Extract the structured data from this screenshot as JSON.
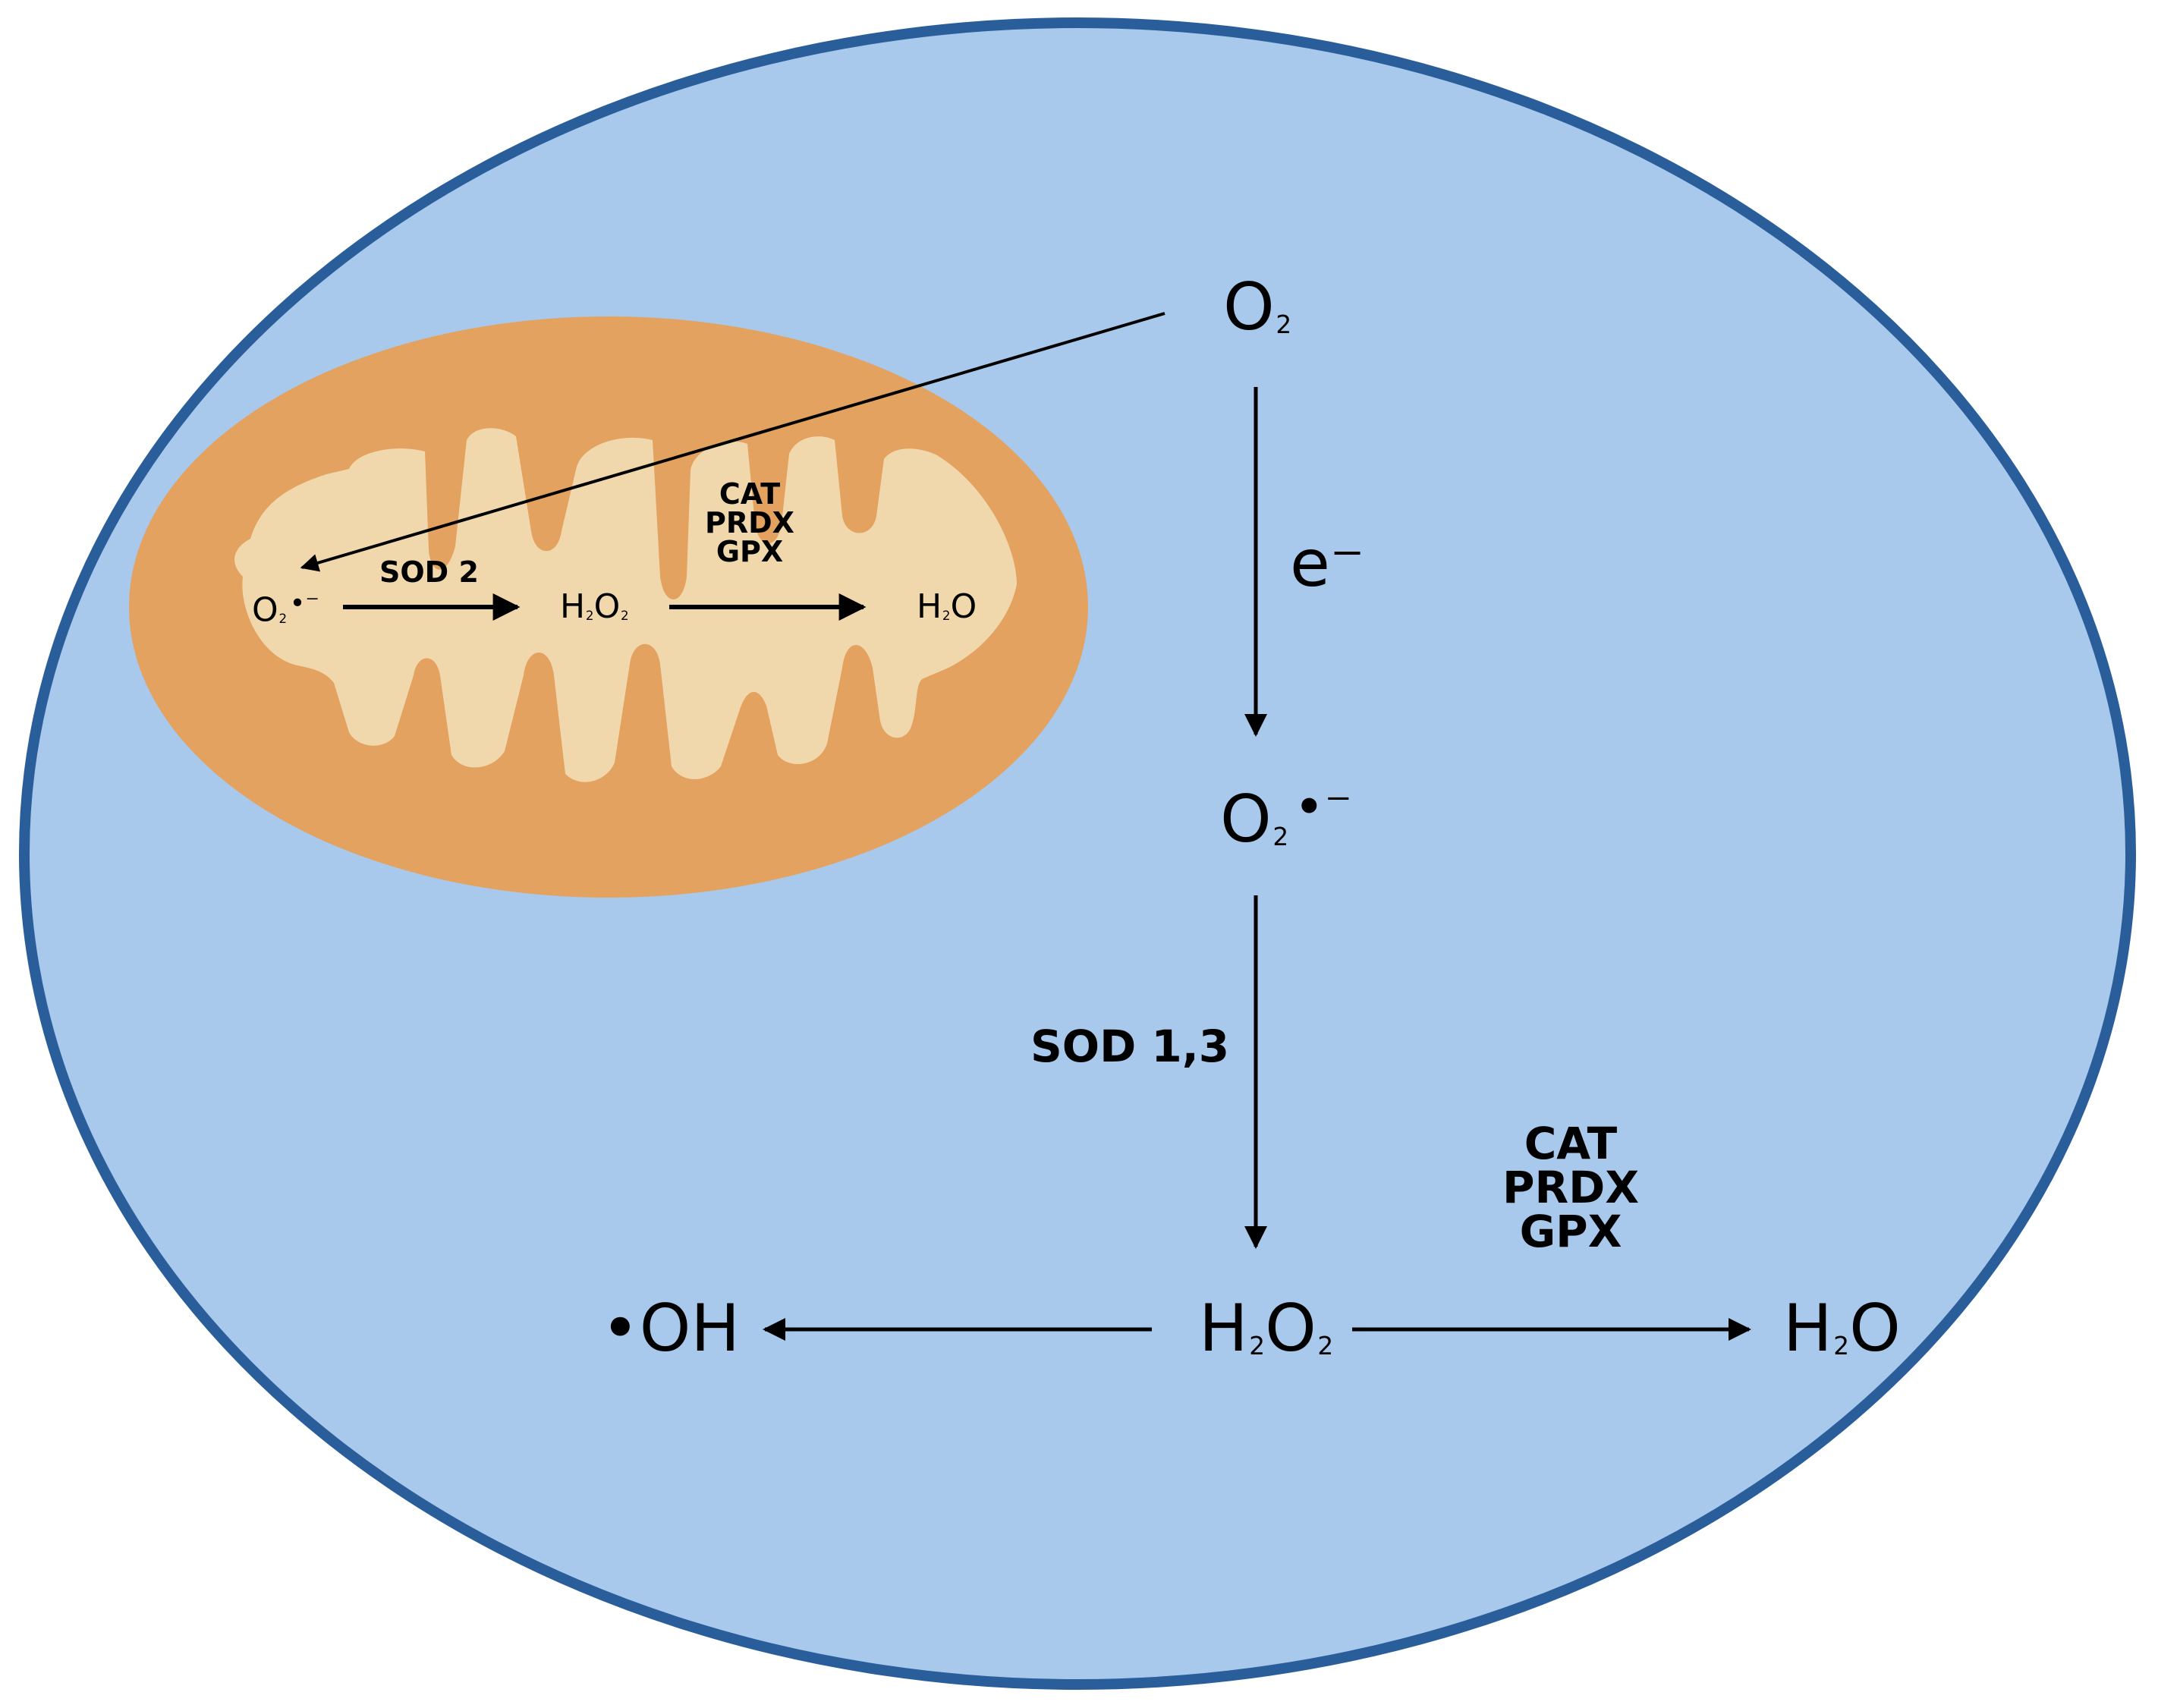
{
  "colors": {
    "cell_fill": "#a8c9ec",
    "cell_stroke": "#2a5e9a",
    "mito_outer": "#e3a25f",
    "mito_inner": "#f1d8ac",
    "arrow": "#000000"
  },
  "cytosol": {
    "o2": {
      "symbol": "O",
      "sub": "2"
    },
    "electron": "e⁻",
    "superoxide": {
      "symbol": "O",
      "sub": "2",
      "radical": "•⁻"
    },
    "sod_label": "SOD 1,3",
    "h2o2": {
      "h": "H",
      "h_sub": "2",
      "o": "O",
      "o_sub": "2"
    },
    "hydroxyl": "•OH",
    "enzymes": [
      "CAT",
      "PRDX",
      "GPX"
    ],
    "water": {
      "h": "H",
      "h_sub": "2",
      "o": "O"
    }
  },
  "mitochondrion": {
    "superoxide": {
      "symbol": "O",
      "sub": "2",
      "radical": "•⁻"
    },
    "sod_label": "SOD 2",
    "h2o2": {
      "h": "H",
      "h_sub": "2",
      "o": "O",
      "o_sub": "2"
    },
    "enzymes": [
      "CAT",
      "PRDX",
      "GPX"
    ],
    "water": {
      "h": "H",
      "h_sub": "2",
      "o": "O"
    }
  }
}
